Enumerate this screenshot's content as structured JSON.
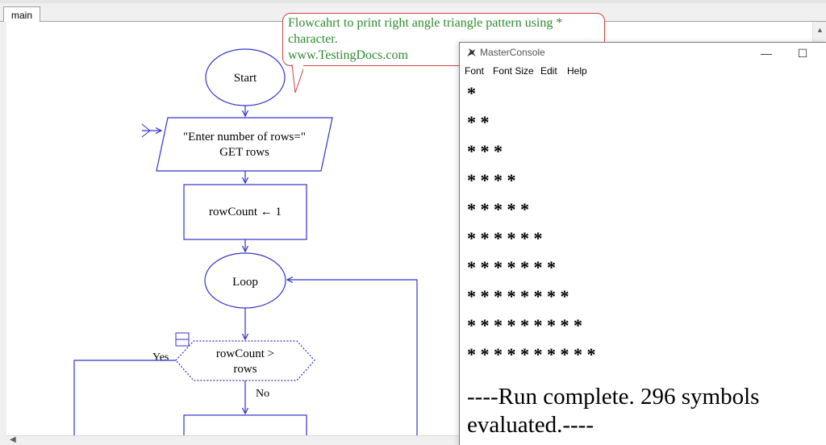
{
  "tabs": [
    {
      "label": "main"
    }
  ],
  "callout": {
    "lines": [
      "Flowcahrt to print right angle triangle pattern using *",
      "character.",
      "www.TestingDocs.com"
    ]
  },
  "flowchart": {
    "start": "Start",
    "input_line1": "\"Enter number of rows=\"",
    "input_line2": "GET rows",
    "assign": "rowCount ← 1",
    "loop": "Loop",
    "decision_line1": "rowCount >",
    "decision_line2": "rows",
    "yes": "Yes",
    "no": "No"
  },
  "console": {
    "title": "MasterConsole",
    "menu": [
      "Font",
      "Font Size",
      "Edit",
      "Help"
    ],
    "star_rows": [
      "*",
      "* *",
      "* * *",
      "* * * *",
      "* * * * *",
      "* * * * * *",
      "* * * * * * *",
      "* * * * * * * *",
      "* * * * * * * * *",
      "* * * * * * * * * *"
    ],
    "run_line1": "----Run complete.  296 symbols",
    "run_line2": "evaluated.----"
  }
}
